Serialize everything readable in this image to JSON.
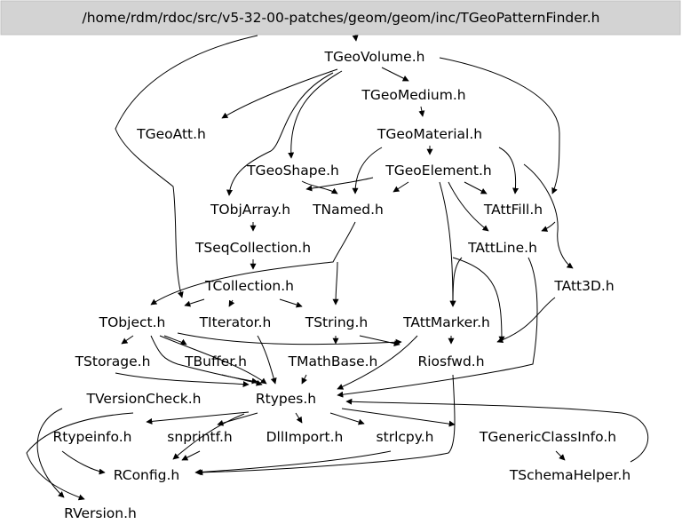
{
  "graph": {
    "root": "/home/rdm/rdoc/src/v5-32-00-patches/geom/geom/inc/TGeoPatternFinder.h",
    "nodes": {
      "tgeovolume": "TGeoVolume.h",
      "tgeomedium": "TGeoMedium.h",
      "tgeoatt": "TGeoAtt.h",
      "tgeomaterial": "TGeoMaterial.h",
      "tgeoshape": "TGeoShape.h",
      "tgeoelement": "TGeoElement.h",
      "tobjarray": "TObjArray.h",
      "tnamed": "TNamed.h",
      "tattfill": "TAttFill.h",
      "tseqcollection": "TSeqCollection.h",
      "tattline": "TAttLine.h",
      "tcollection": "TCollection.h",
      "tatt3d": "TAtt3D.h",
      "tobject": "TObject.h",
      "titerator": "TIterator.h",
      "tstring": "TString.h",
      "tattmarker": "TAttMarker.h",
      "tstorage": "TStorage.h",
      "tbuffer": "TBuffer.h",
      "tmathbase": "TMathBase.h",
      "riosfwd": "Riosfwd.h",
      "tversioncheck": "TVersionCheck.h",
      "rtypes": "Rtypes.h",
      "rtypeinfo": "Rtypeinfo.h",
      "snprintf": "snprintf.h",
      "dllimport": "DllImport.h",
      "strlcpy": "strlcpy.h",
      "tgenericclassinfo": "TGenericClassInfo.h",
      "rconfig": "RConfig.h",
      "tschemahelper": "TSchemaHelper.h",
      "rversion": "RVersion.h"
    }
  },
  "colors": {
    "root_fill": "#d3d3d3",
    "edge": "#000000",
    "text": "#000000",
    "background": "#ffffff"
  }
}
